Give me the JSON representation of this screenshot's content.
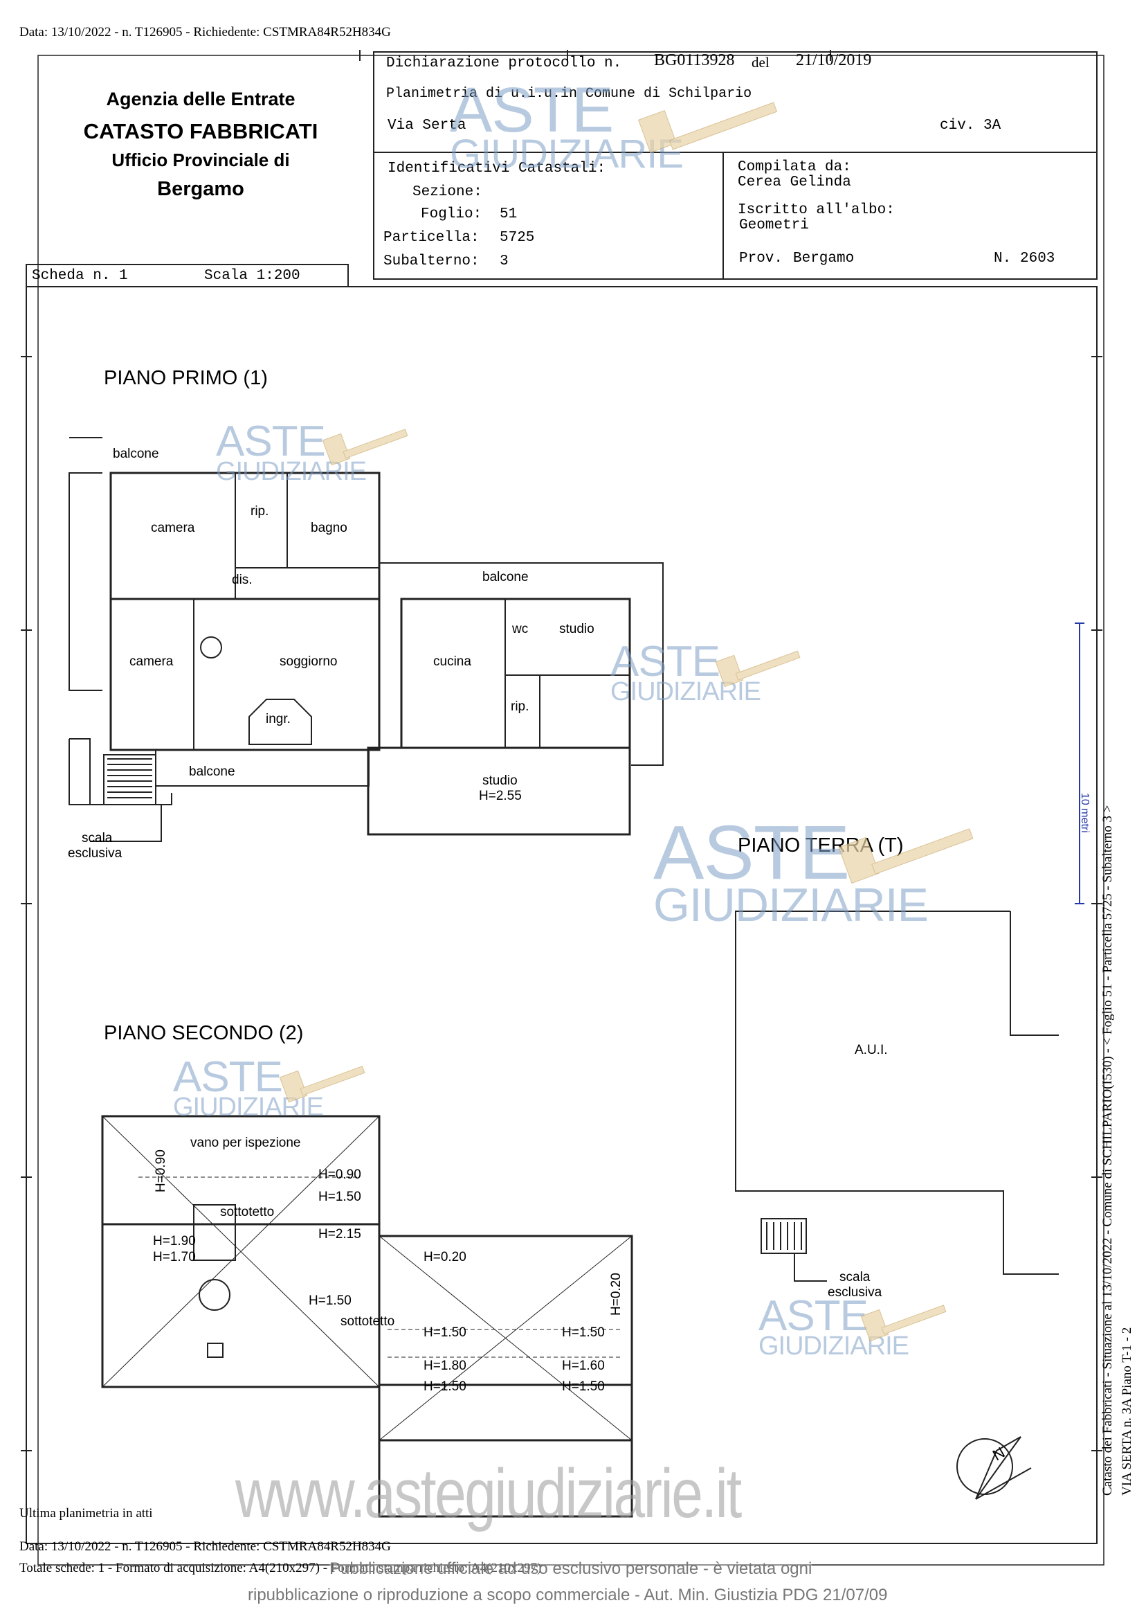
{
  "header_top": "Data: 13/10/2022 - n. T126905 - Richiedente: CSTMRA84R52H834G",
  "agency": {
    "line1": "Agenzia delle Entrate",
    "line2": "CATASTO FABBRICATI",
    "line3": "Ufficio Provinciale di",
    "line4": "Bergamo"
  },
  "declaration": {
    "protocol_label": "Dichiarazione protocollo n.",
    "protocol_no": "BG0113928",
    "del_label": "del",
    "date": "21/10/2019",
    "planimetria": "Planimetria di u.i.u.in Comune di Schilpario",
    "via": "Via Serta",
    "civ": "civ. 3A"
  },
  "identifiers": {
    "title": "Identificativi Catastali:",
    "sezione_label": "Sezione:",
    "foglio_label": "Foglio:",
    "foglio": "51",
    "particella_label": "Particella:",
    "particella": "5725",
    "subalterno_label": "Subalterno:",
    "subalterno": "3"
  },
  "compiler": {
    "compilata_label": "Compilata da:",
    "name": "Cerea Gelinda",
    "iscritto_label": "Iscritto all'albo:",
    "albo": "Geometri",
    "prov_label": "Prov.",
    "prov": "Bergamo",
    "num_label": "N.",
    "num": "2603"
  },
  "scheda": {
    "label": "Scheda n. 1",
    "scale": "Scala 1:200"
  },
  "plans": {
    "primo": {
      "title": "PIANO PRIMO (1)",
      "rooms": [
        "balcone",
        "camera",
        "rip.",
        "bagno",
        "dis.",
        "balcone",
        "camera",
        "soggiorno",
        "cucina",
        "wc",
        "studio",
        "rip.",
        "ingr.",
        "balcone",
        "studio",
        "H=2.55",
        "scala",
        "esclusiva"
      ]
    },
    "terra": {
      "title": "PIANO TERRA (T)",
      "rooms": [
        "A.U.I.",
        "scala",
        "esclusiva"
      ]
    },
    "secondo": {
      "title": "PIANO SECONDO (2)",
      "rooms": [
        "vano per ispezione",
        "H=0.90",
        "H=1.50",
        "sottotetto",
        "H=0.90",
        "H=2.15",
        "H=1.90",
        "H=1.70",
        "H=0.20",
        "H=0.20",
        "H=1.50",
        "sottotetto",
        "H=1.50",
        "H=1.50",
        "H=1.80",
        "H=1.60",
        "H=1.50",
        "H=1.50"
      ]
    }
  },
  "side_text": {
    "line1": "Catasto dei Fabbricati - Situazione al 13/10/2022 - Comune di SCHILPARIO(I530) - < Foglio 51 - Particella 5725 - Subalterno 3 >",
    "line2": "VIA SERTA n. 3A Piano T-1 - 2",
    "ruler": "10 metri"
  },
  "watermark": {
    "aste": "ASTE",
    "giudiziarie": "GIUDIZIARIE",
    "url": "www.astegiudiziarie.it"
  },
  "footer": {
    "ultima": "Ultima planimetria in atti",
    "data": "Data: 13/10/2022 - n. T126905 - Richiedente: CSTMRA84R52H834G",
    "totale": "Totale schede: 1 - Formato di acquisizione: A4(210x297) - Formato stampa richiesto: A4(210x297)",
    "pub1": "Pubblicazione ufficiale ad uso esclusivo personale - è vietata ogni",
    "pub2": "ripubblicazione o riproduzione a scopo commerciale - Aut. Min. Giustizia PDG 21/07/09"
  },
  "icons": [
    "compass-north-icon",
    "gavel-icon"
  ]
}
